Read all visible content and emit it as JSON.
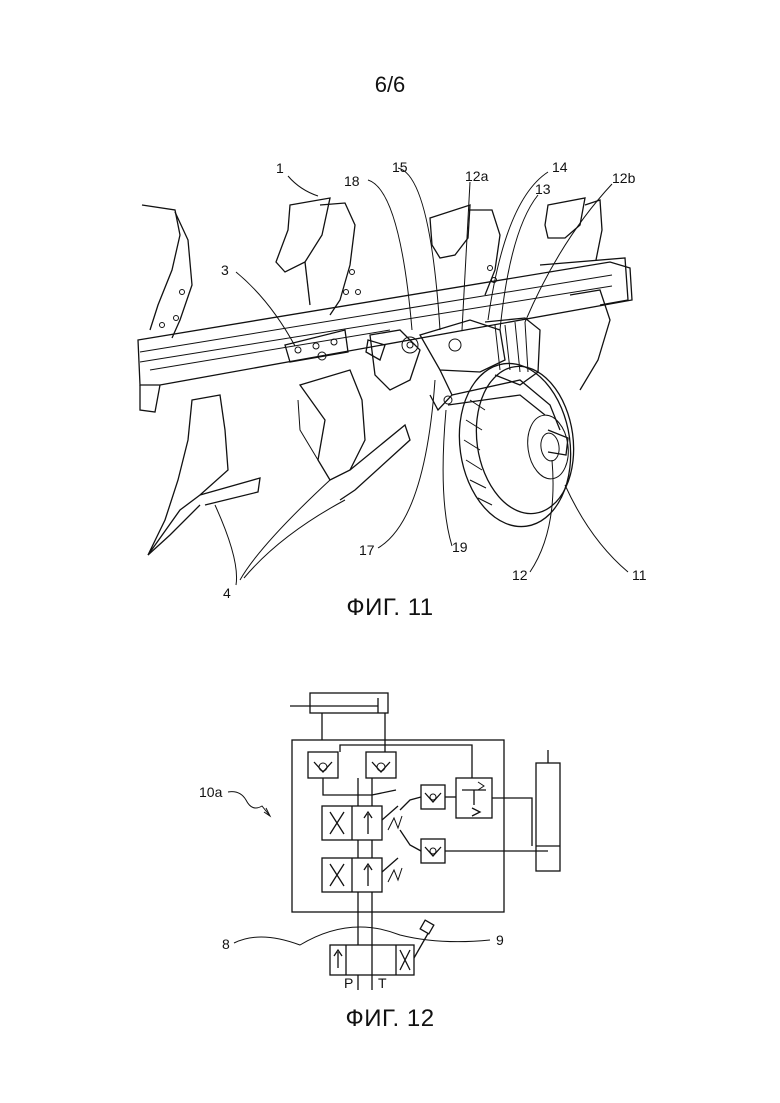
{
  "page_number": "6/6",
  "figures": [
    {
      "caption": "ФИГ. 11",
      "labels": [
        "1",
        "18",
        "15",
        "12a",
        "14",
        "13",
        "12b",
        "3",
        "17",
        "19",
        "12",
        "11",
        "4"
      ]
    },
    {
      "caption": "ФИГ. 12",
      "labels": [
        "10a",
        "8",
        "9",
        "P",
        "T"
      ]
    }
  ]
}
